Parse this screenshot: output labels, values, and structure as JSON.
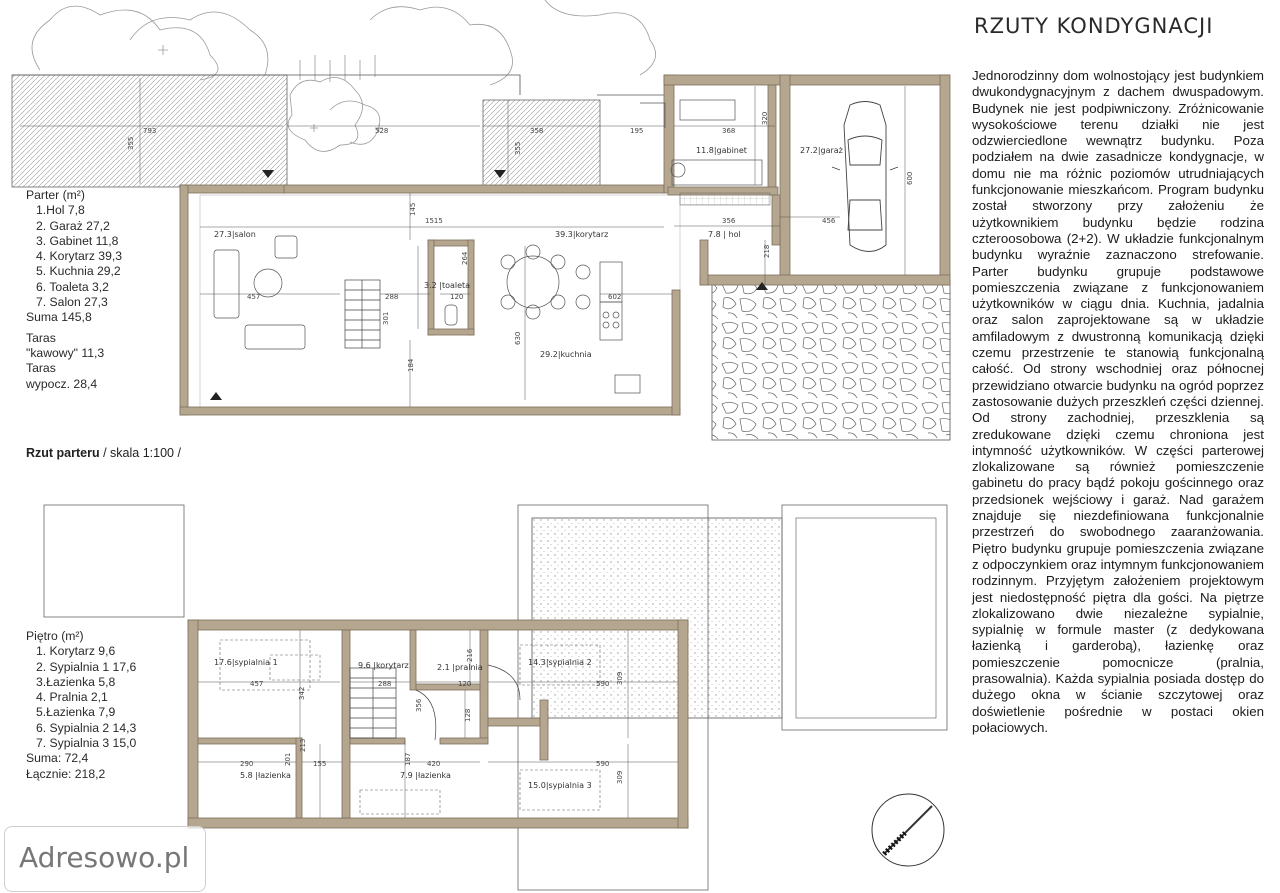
{
  "header": {
    "title": "RZUTY KONDYGNACJI"
  },
  "description": "Jednorodzinny dom wolnostojący jest budynkiem dwukondygnacyjnym z dachem dwuspadowym. Budynek nie jest podpiwniczony. Zróżnicowanie wysokościowe terenu działki nie jest odzwierciedlone wewnątrz budynku. Poza podziałem na dwie zasadnicze kondygnacje, w domu nie ma różnic poziomów utrudniających funkcjonowanie mieszkańcom. Program budynku został stworzony przy założeniu że użytkownikiem budynku będzie rodzina czteroosobowa (2+2). W układzie funkcjonalnym budynku wyraźnie zaznaczono strefowanie. Parter budynku grupuje podstawowe pomieszczenia związane z funkcjonowaniem użytkowników w ciągu dnia. Kuchnia, jadalnia oraz salon zaprojektowane są w układzie amfiladowym z dwustronną komunikacją dzięki czemu przestrzenie te stanowią funkcjonalną całość. Od strony wschodniej oraz północnej przewidziano otwarcie budynku na ogród poprzez zastosowanie dużych przeszkleń części dziennej. Od strony zachodniej, przeszklenia są zredukowane dzięki czemu chroniona jest intymność użytkowników. W części parterowej zlokalizowane są również pomieszczenie gabinetu do pracy bądź pokoju gościnnego oraz przedsionek wejściowy i garaż. Nad garażem znajduje się niezdefiniowana funkcjonalnie przestrzeń do swobodnego zaaranżowania. Piętro budynku grupuje pomieszczenia związane z odpoczynkiem oraz intymnym funkcjonowaniem rodzinnym. Przyjętym założeniem projektowym jest niedostępność piętra dla gości. Na piętrze zlokalizowano dwie niezależne sypialnie, sypialnię w formule master (z dedykowana łazienką i garderobą), łazienkę oraz pomieszczenie pomocnicze (pralnia, prasowalnia). Każda sypialnia posiada dostęp do dużego okna w ścianie szczytowej oraz doświetlenie pośrednie w postaci okien połaciowych.",
  "parter": {
    "title": "Parter (m²)",
    "items": [
      "1.Hol 7,8",
      "2. Garaż 27,2",
      "3. Gabinet 11,8",
      "4. Korytarz 39,3",
      "5. Kuchnia 29,2",
      "6. Toaleta 3,2",
      "7. Salon 27,3"
    ],
    "suma": "Suma 145,8",
    "extra": [
      "Taras",
      "\"kawowy\" 11,3",
      "Taras",
      "wypocz. 28,4"
    ]
  },
  "caption": {
    "bold": "Rzut parteru",
    "rest": " / skala 1:100 /"
  },
  "pietro": {
    "title": "Piętro (m²)",
    "items": [
      "1. Korytarz 9,6",
      "2. Sypialnia 1 17,6",
      "3.Łazienka 5,8",
      "4. Pralnia 2,1",
      "5.Łazienka 7,9",
      "6. Sypialnia 2 14,3",
      "7. Sypialnia 3 15,0"
    ],
    "suma": "Suma: 72,4",
    "total": "Łącznie: 218,2"
  },
  "ground_rooms": [
    "27.3|salon",
    "39.3|korytarz",
    "7.8 | hol",
    "11.8|gabinet",
    "27.2|garaż",
    "3.2 |toaleta",
    "29.2|kuchnia"
  ],
  "ground_dims": [
    "793",
    "355",
    "528",
    "358",
    "355",
    "195",
    "368",
    "320",
    "600",
    "1515",
    "145",
    "356",
    "456",
    "218",
    "457",
    "288",
    "264",
    "120",
    "301",
    "184",
    "630",
    "602"
  ],
  "upper_rooms": [
    "17.6|sypialnia 1",
    "9.6 |korytarz",
    "2.1 |pralnia",
    "14.3|sypialnia 2",
    "5.8 |łazienka",
    "7.9 |łazienka",
    "15.0|sypialnia 3"
  ],
  "upper_dims": [
    "457",
    "342",
    "288",
    "216",
    "120",
    "590",
    "309",
    "290",
    "201",
    "213",
    "155",
    "356",
    "187",
    "420",
    "128",
    "590",
    "309"
  ],
  "watermark": "Adresowo.pl",
  "colors": {
    "wall": "#b5a68f",
    "wall_dark": "#7d6f5a",
    "line": "#444444"
  }
}
